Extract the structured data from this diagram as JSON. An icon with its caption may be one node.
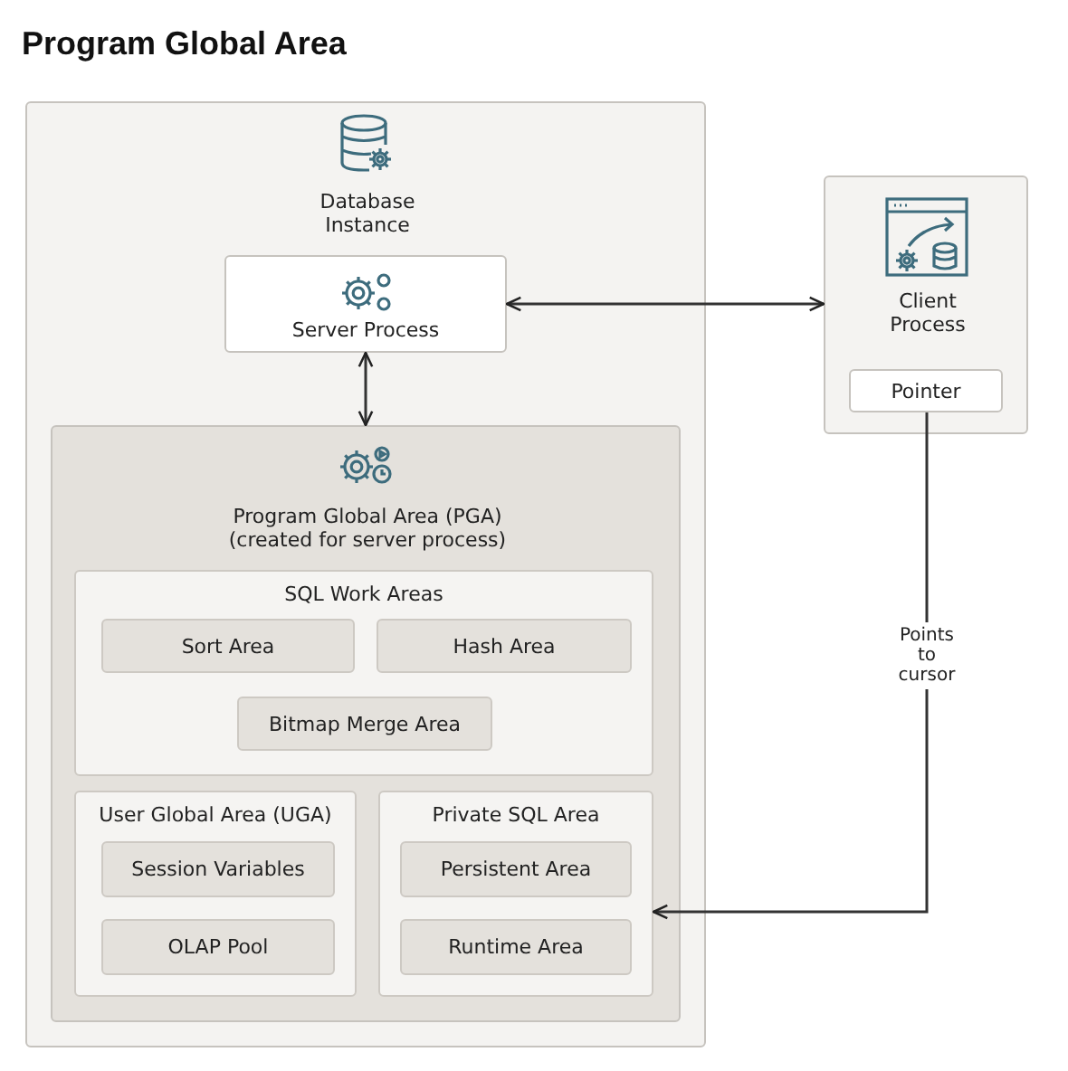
{
  "diagram": {
    "title": "Program Global Area",
    "nodes": [
      {
        "text": [
          "Database Instance"
        ]
      },
      {
        "text": [
          "Server Process"
        ],
        "in": 0
      },
      {
        "text": [
          "Program Global Area (PGA) (created for server process)"
        ],
        "in": 0
      },
      {
        "text": [
          "SQL Work Areas"
        ],
        "in": 2
      },
      {
        "text": [
          "Sort Area"
        ],
        "in": 3
      },
      {
        "text": [
          "Hash Area"
        ],
        "in": 3
      },
      {
        "text": [
          "Bitmap Merge Area"
        ],
        "in": 3
      },
      {
        "text": [
          "User Global Area (UGA)"
        ],
        "in": 2
      },
      {
        "text": [
          "Session Variables"
        ],
        "in": 7
      },
      {
        "text": [
          "OLAP Pool"
        ],
        "in": 7
      },
      {
        "text": [
          "Private SQL Area"
        ],
        "in": 2
      },
      {
        "text": [
          "Persistent Area"
        ],
        "in": 10
      },
      {
        "text": [
          "Runtime Area"
        ],
        "in": 10
      },
      {
        "text": [
          "Client Process"
        ]
      },
      {
        "text": [
          "Pointer"
        ],
        "in": 13
      }
    ],
    "edges": [
      {
        "from": 1,
        "to": 13,
        "arrow": "both"
      },
      {
        "from": 1,
        "to": 2,
        "arrow": "both"
      },
      {
        "from": 14,
        "to": 10,
        "arrow": "to",
        "label": "Points to cursor"
      }
    ]
  }
}
